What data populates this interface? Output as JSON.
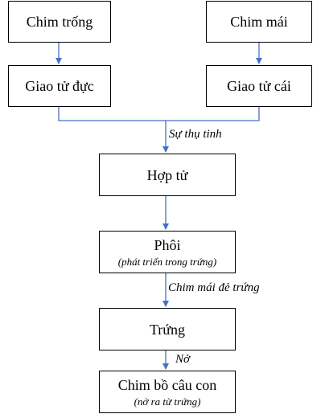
{
  "nodes": {
    "male_bird": {
      "label": "Chim trống"
    },
    "female_bird": {
      "label": "Chim mái"
    },
    "male_gamete": {
      "label": "Giao tử đực"
    },
    "female_gamete": {
      "label": "Giao tử cái"
    },
    "zygote": {
      "label": "Hợp tử"
    },
    "embryo": {
      "label": "Phôi",
      "note": "(phát triển trong trứng)"
    },
    "egg": {
      "label": "Trứng"
    },
    "chick": {
      "label": "Chim bồ câu con",
      "note": "(nở ra từ trứng)"
    }
  },
  "edges": {
    "fertilization": "Sự thụ tinh",
    "laying": "Chim mái đẻ trứng",
    "hatching": "Nở"
  },
  "colors": {
    "connector": "#4472C4",
    "border": "#000000"
  }
}
